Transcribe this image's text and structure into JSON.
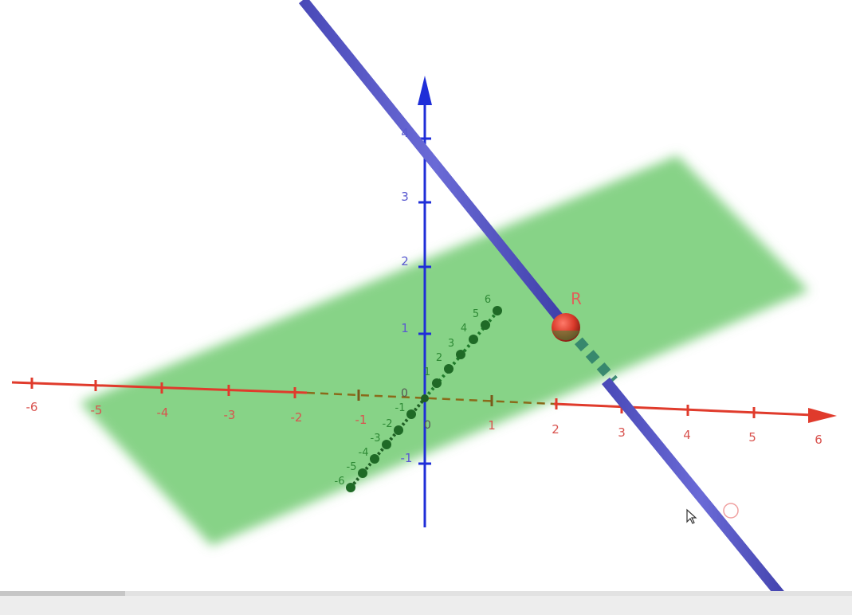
{
  "axes": {
    "x": {
      "color": "#e03b2c",
      "ticks": [
        "-6",
        "-5",
        "-4",
        "-3",
        "-2",
        "-1",
        "0",
        "1",
        "2",
        "3",
        "4",
        "5",
        "6"
      ]
    },
    "y": {
      "color": "#1f7a2a",
      "ticks": [
        "-6",
        "-5",
        "-4",
        "-3",
        "-2",
        "-1",
        "1",
        "2",
        "3",
        "4",
        "5",
        "6"
      ]
    },
    "z": {
      "color": "#1f2ed8",
      "ticks": [
        "-1",
        "1",
        "2",
        "3",
        "4"
      ]
    },
    "origin_labels": [
      "0",
      "0"
    ]
  },
  "plane": {
    "color": "#6cc96c"
  },
  "line": {
    "color": "#5555c0"
  },
  "point": {
    "label": "R",
    "color": "#d93a2a"
  },
  "icons": {
    "cursor": "cursor-arrow-icon",
    "indicator": "circle-indicator-icon"
  },
  "player": {
    "progress": 0.147
  }
}
